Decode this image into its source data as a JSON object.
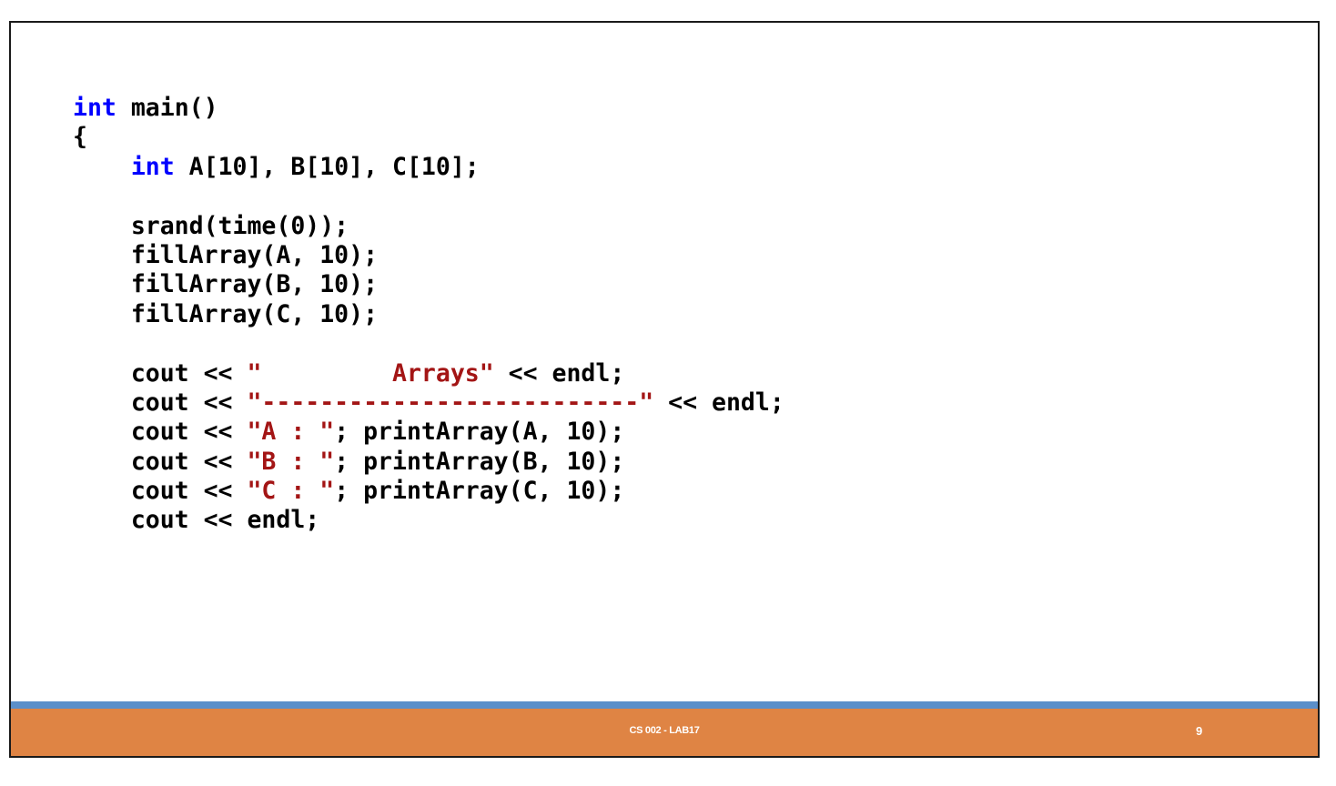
{
  "code": {
    "lines": [
      [
        {
          "t": "int",
          "c": "kw"
        },
        {
          "t": " main()",
          "c": ""
        }
      ],
      [
        {
          "t": "{",
          "c": ""
        }
      ],
      [
        {
          "t": "    ",
          "c": ""
        },
        {
          "t": "int",
          "c": "kw"
        },
        {
          "t": " A[10], B[10], C[10];",
          "c": ""
        }
      ],
      [],
      [
        {
          "t": "    srand(time(0));",
          "c": ""
        }
      ],
      [
        {
          "t": "    fillArray(A, 10);",
          "c": ""
        }
      ],
      [
        {
          "t": "    fillArray(B, 10);",
          "c": ""
        }
      ],
      [
        {
          "t": "    fillArray(C, 10);",
          "c": ""
        }
      ],
      [],
      [
        {
          "t": "    cout << ",
          "c": ""
        },
        {
          "t": "\"         Arrays\"",
          "c": "str"
        },
        {
          "t": " << endl;",
          "c": ""
        }
      ],
      [
        {
          "t": "    cout << ",
          "c": ""
        },
        {
          "t": "\"--------------------------\"",
          "c": "str"
        },
        {
          "t": " << endl;",
          "c": ""
        }
      ],
      [
        {
          "t": "    cout << ",
          "c": ""
        },
        {
          "t": "\"A : \"",
          "c": "str"
        },
        {
          "t": "; printArray(A, 10);",
          "c": ""
        }
      ],
      [
        {
          "t": "    cout << ",
          "c": ""
        },
        {
          "t": "\"B : \"",
          "c": "str"
        },
        {
          "t": "; printArray(B, 10);",
          "c": ""
        }
      ],
      [
        {
          "t": "    cout << ",
          "c": ""
        },
        {
          "t": "\"C : \"",
          "c": "str"
        },
        {
          "t": "; printArray(C, 10);",
          "c": ""
        }
      ],
      [
        {
          "t": "    cout << endl;",
          "c": ""
        }
      ]
    ]
  },
  "footer": {
    "label": "CS 002 - LAB17",
    "page_number": "9"
  },
  "colors": {
    "keyword": "#0000ff",
    "string": "#a31515",
    "footer_bar": "#df8444",
    "footer_stripe": "#5b8fc9"
  }
}
